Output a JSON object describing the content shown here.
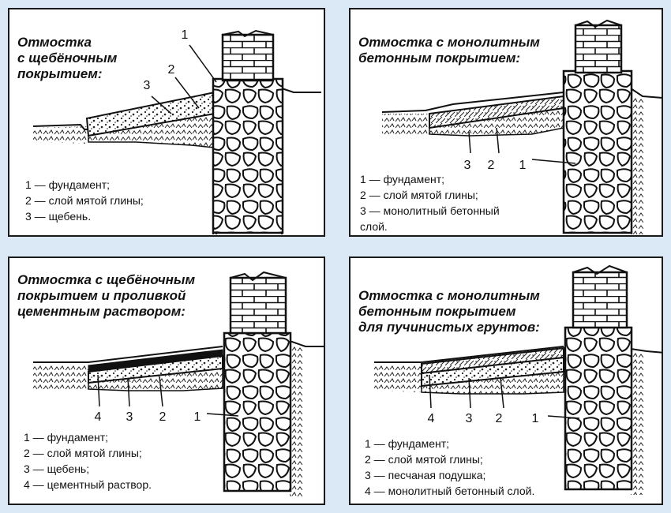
{
  "panels": [
    {
      "title": [
        "Отмостка",
        "с щебёночным",
        "покрытием:"
      ],
      "legend": [
        "1 — фундамент;",
        "2 — слой мятой глины;",
        "3 — щебень."
      ],
      "callouts": [
        "1",
        "2",
        "3"
      ]
    },
    {
      "title": [
        "Отмостка с монолитным",
        "бетонным покрытием:"
      ],
      "legend": [
        "1 — фундамент;",
        "2 — слой мятой глины;",
        "3 — монолитный бетонный",
        "слой."
      ],
      "callouts": [
        "3",
        "2",
        "1"
      ]
    },
    {
      "title": [
        "Отмостка с щебёночным",
        "покрытием и проливкой",
        "цементным раствором:"
      ],
      "legend": [
        "1 — фундамент;",
        "2 — слой мятой глины;",
        "3 — щебень;",
        "4 — цементный раствор."
      ],
      "callouts": [
        "4",
        "3",
        "2",
        "1"
      ]
    },
    {
      "title": [
        "Отмостка с монолитным",
        "бетонным покрытием",
        "для пучинистых грунтов:"
      ],
      "legend": [
        "1 — фундамент;",
        "2 — слой мятой глины;",
        "3 — песчаная подушка;",
        "4 — монолитный бетонный слой."
      ],
      "callouts": [
        "4",
        "3",
        "2",
        "1"
      ]
    }
  ]
}
